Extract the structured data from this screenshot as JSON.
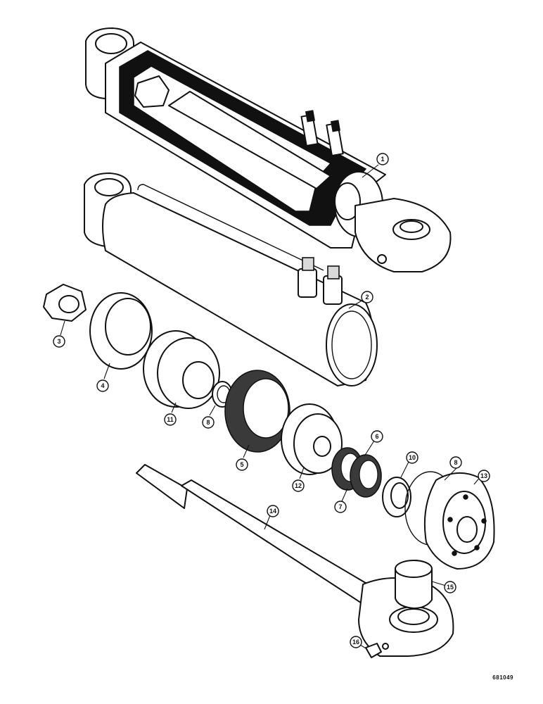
{
  "drawing_number": "681049",
  "part_callouts": [
    {
      "id": "callout-1",
      "label": "1"
    },
    {
      "id": "callout-2",
      "label": "2"
    },
    {
      "id": "callout-3",
      "label": "3"
    },
    {
      "id": "callout-4",
      "label": "4"
    },
    {
      "id": "callout-5",
      "label": "5"
    },
    {
      "id": "callout-6",
      "label": "6"
    },
    {
      "id": "callout-7",
      "label": "7"
    },
    {
      "id": "callout-8a",
      "label": "8"
    },
    {
      "id": "callout-8b",
      "label": "8"
    },
    {
      "id": "callout-10",
      "label": "10"
    },
    {
      "id": "callout-11",
      "label": "11"
    },
    {
      "id": "callout-12",
      "label": "12"
    },
    {
      "id": "callout-13",
      "label": "13"
    },
    {
      "id": "callout-14",
      "label": "14"
    },
    {
      "id": "callout-15",
      "label": "15"
    },
    {
      "id": "callout-16",
      "label": "16"
    }
  ]
}
